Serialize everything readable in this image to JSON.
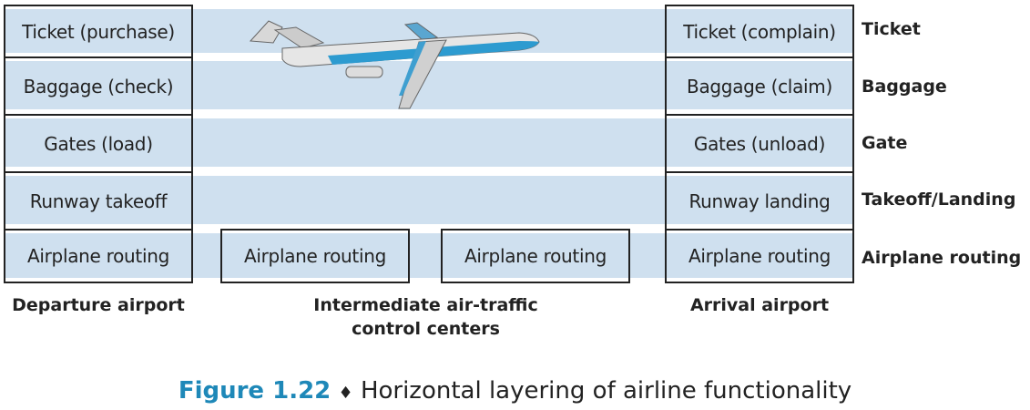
{
  "departure": {
    "label": "Departure airport",
    "boxes": [
      "Ticket (purchase)",
      "Baggage (check)",
      "Gates (load)",
      "Runway takeoff",
      "Airplane routing"
    ]
  },
  "intermediate": {
    "label_line1": "Intermediate air-traffic",
    "label_line2": "control centers",
    "boxes": [
      "Airplane routing",
      "Airplane routing"
    ]
  },
  "arrival": {
    "label": "Arrival airport",
    "boxes": [
      "Ticket (complain)",
      "Baggage (claim)",
      "Gates (unload)",
      "Runway landing",
      "Airplane routing"
    ]
  },
  "layers": [
    "Ticket",
    "Baggage",
    "Gate",
    "Takeoff/Landing",
    "Airplane routing"
  ],
  "caption": {
    "figure": "Figure 1.22",
    "separator": "♦",
    "text": "Horizontal layering of airline functionality"
  },
  "colors": {
    "band": "#cfe0ef",
    "accent": "#1e88b8"
  }
}
